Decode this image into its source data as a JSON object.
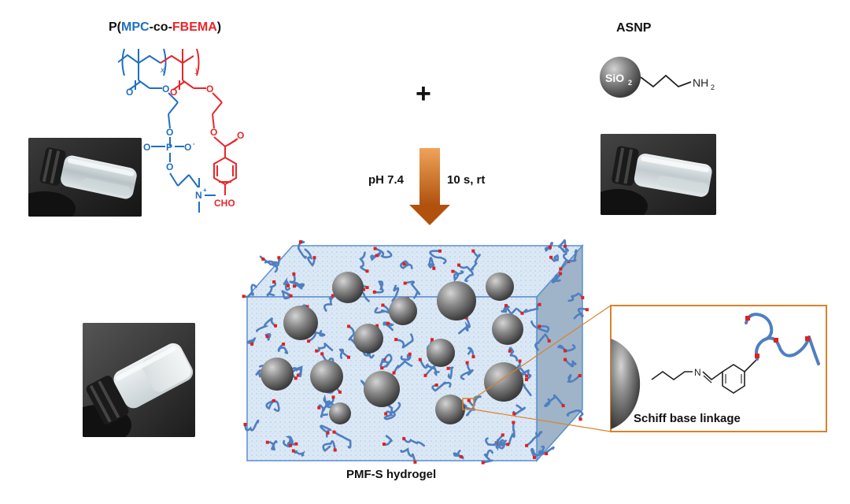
{
  "title": {
    "prefix": "P(",
    "mpc": "MPC",
    "mid": "-co-",
    "fbema": "FBEMA",
    "suffix": ")"
  },
  "asnp": {
    "label": "ASNP",
    "core": "SiO",
    "core_sub": "2",
    "amine": "NH",
    "amine_sub": "2"
  },
  "polymer": {
    "x_sub": "x",
    "y_sub": "y",
    "phosphate_p": "P",
    "oxy": "O",
    "o_minus": "O",
    "minus": "-",
    "nitrogen": "N",
    "plus": "+",
    "cho": "CHO"
  },
  "plus_sign": "+",
  "conditions": {
    "left": "pH 7.4",
    "right": "10 s, rt"
  },
  "hydrogel": {
    "label": "PMF-S hydrogel"
  },
  "inset": {
    "imine_n": "N",
    "caption": "Schiff base linkage"
  },
  "colors": {
    "mpc_blue": "#1f6fc0",
    "fbema_red": "#e8262a",
    "arrow_orange": "#c8651a",
    "inset_border": "#d9822b",
    "chain_blue": "#4f7fbf",
    "crosslink_red": "#e02020"
  }
}
